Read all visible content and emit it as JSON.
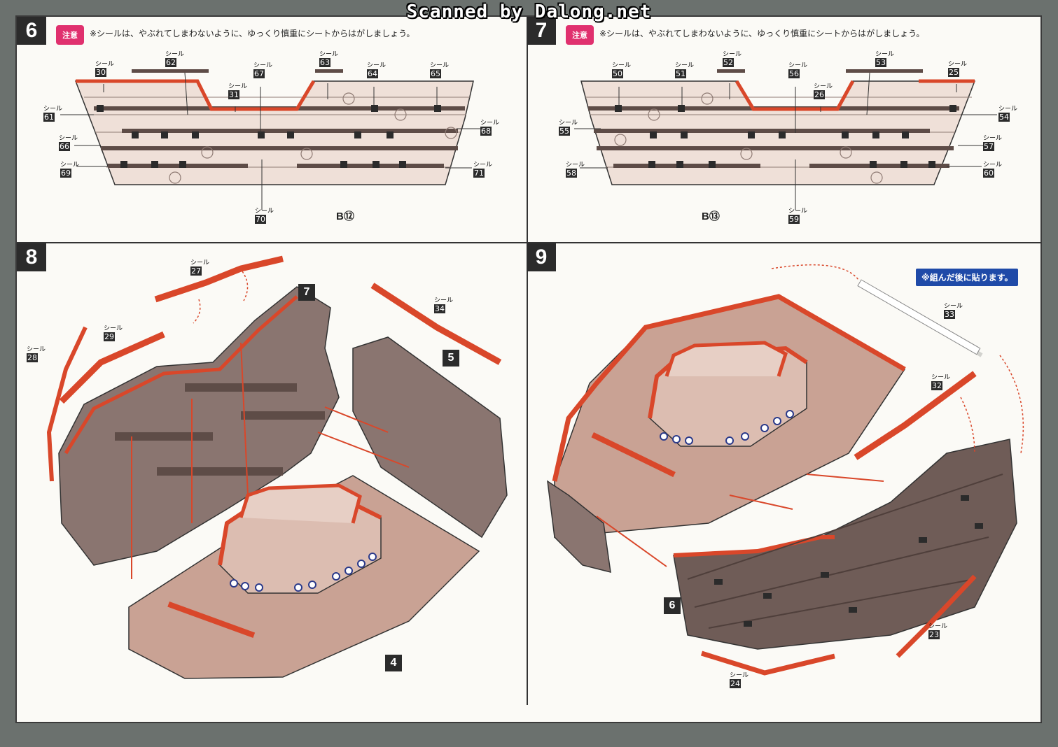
{
  "scan_credit": "Scanned by Dalong.net",
  "caution_badge": "注意",
  "caution_text": "※シールは、やぶれてしまわないように、ゆっくり慎重にシートからはがしましょう。",
  "sticker_word": "シール",
  "steps": {
    "s6": {
      "number": "6",
      "board": "B⑫",
      "stickers": [
        "62",
        "63",
        "30",
        "67",
        "31",
        "64",
        "65",
        "61",
        "68",
        "66",
        "69",
        "71",
        "70"
      ]
    },
    "s7": {
      "number": "7",
      "board": "B⑬",
      "stickers": [
        "52",
        "53",
        "50",
        "51",
        "56",
        "26",
        "25",
        "54",
        "55",
        "57",
        "58",
        "60",
        "59"
      ]
    },
    "s8": {
      "number": "8",
      "stickers": [
        "27",
        "29",
        "28",
        "34"
      ],
      "parts": [
        "7",
        "5",
        "4"
      ]
    },
    "s9": {
      "number": "9",
      "note": "※組んだ後に貼ります。",
      "stickers": [
        "33",
        "32",
        "23",
        "24"
      ],
      "parts": [
        "6"
      ]
    }
  },
  "colors": {
    "hull": "#8a7570",
    "hull_dark": "#5e4c47",
    "deck": "#c9a294",
    "red": "#d9472a",
    "port": "#2b2b2b"
  }
}
